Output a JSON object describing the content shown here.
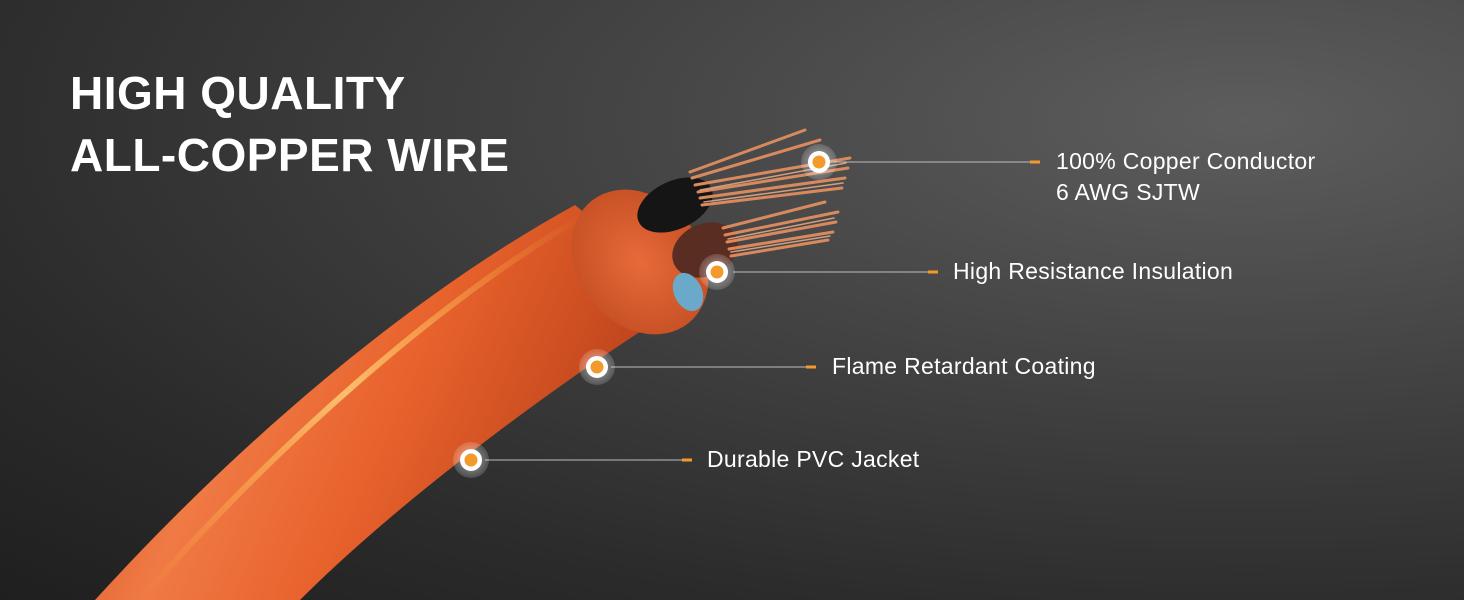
{
  "headline": {
    "line1": "HIGH QUALITY",
    "line2": "ALL-COPPER WIRE"
  },
  "callouts": [
    {
      "lines": [
        "100% Copper Conductor",
        "6 AWG SJTW"
      ]
    },
    {
      "lines": [
        "High Resistance Insulation"
      ]
    },
    {
      "lines": [
        "Flame Retardant Coating"
      ]
    },
    {
      "lines": [
        "Durable PVC Jacket"
      ]
    }
  ],
  "colors": {
    "jacket": "#e8622c",
    "copper": "#d88a5e",
    "marker": "#f39a2d",
    "leader_line": "#bdbdbd"
  },
  "icons": [
    "cable-illustration",
    "marker-dot"
  ]
}
